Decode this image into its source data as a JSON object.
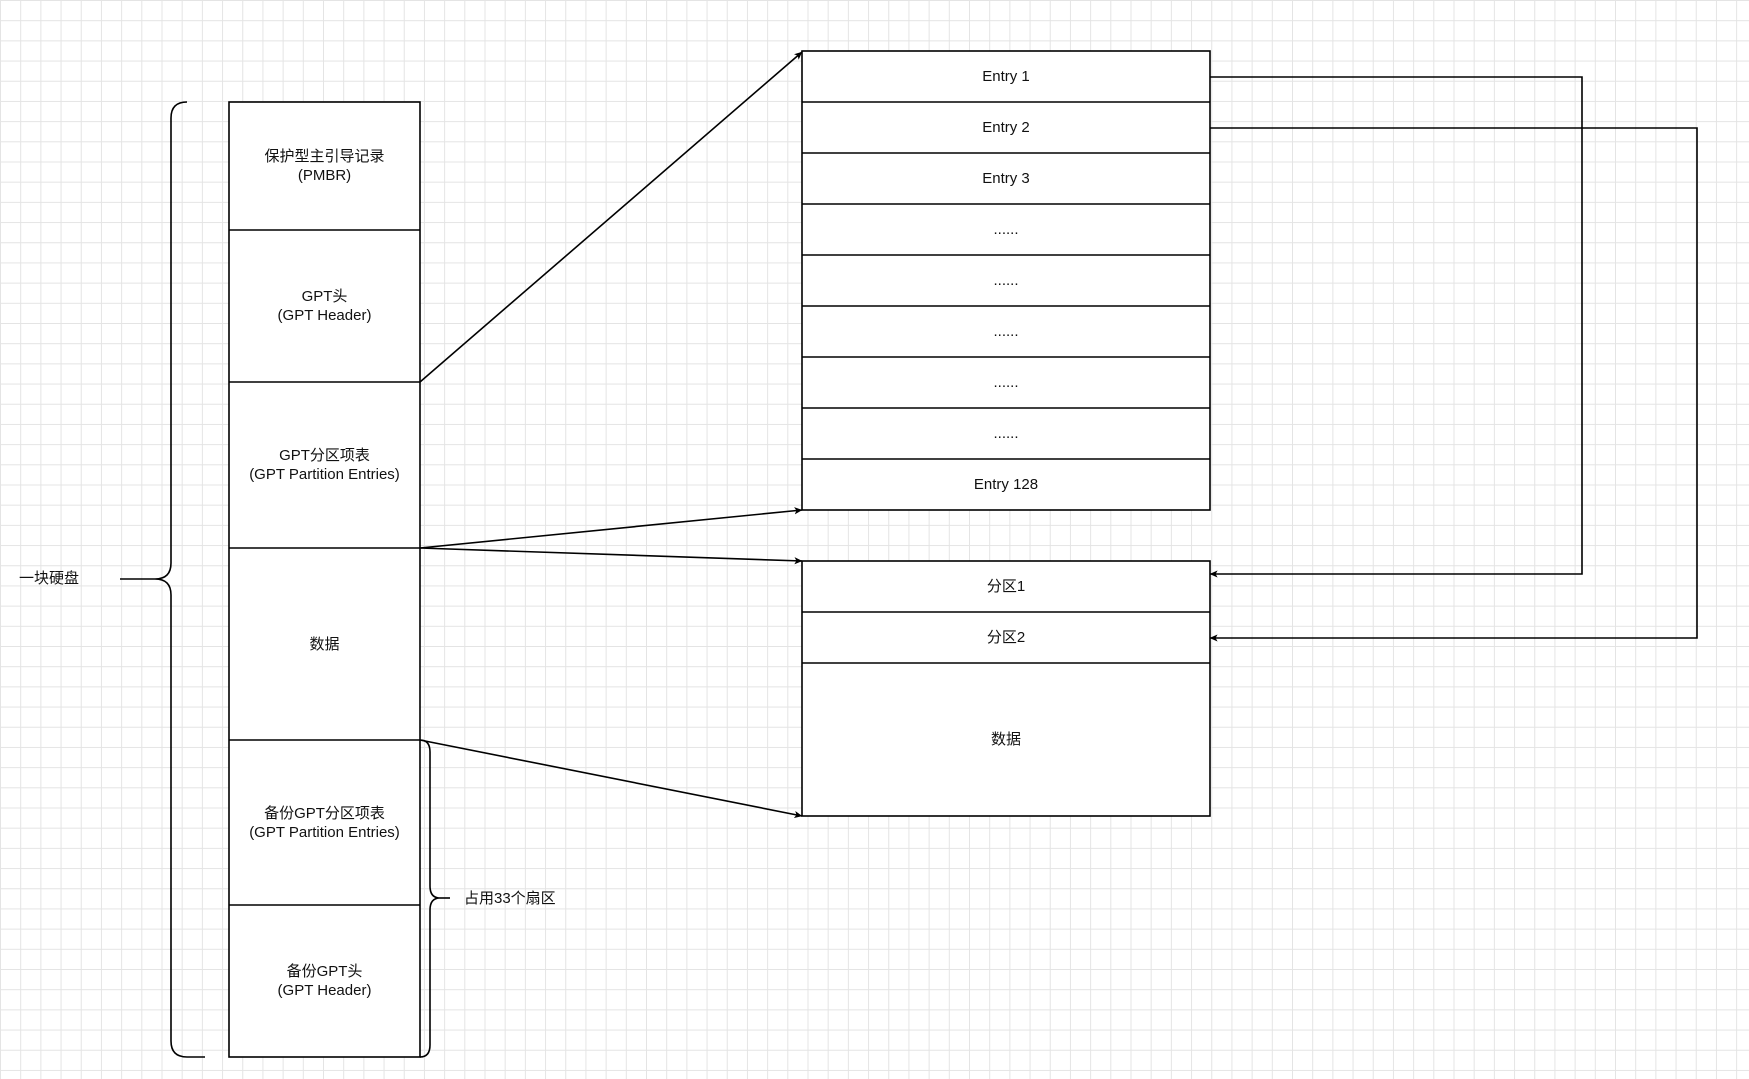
{
  "disk_label": "一块硬盘",
  "sectors_label": "占用33个扇区",
  "disk_blocks": [
    {
      "line1": "保护型主引导记录",
      "line2": "(PMBR)"
    },
    {
      "line1": "GPT头",
      "line2": "(GPT Header)"
    },
    {
      "line1": "GPT分区项表",
      "line2": "(GPT Partition Entries)"
    },
    {
      "line1": "数据",
      "line2": ""
    },
    {
      "line1": "备份GPT分区项表",
      "line2": "(GPT Partition Entries)"
    },
    {
      "line1": "备份GPT头",
      "line2": "(GPT Header)"
    }
  ],
  "entries": [
    "Entry 1",
    "Entry 2",
    "Entry 3",
    "......",
    "......",
    "......",
    "......",
    "......",
    "Entry 128"
  ],
  "data_region": [
    "分区1",
    "分区2",
    "数据"
  ]
}
